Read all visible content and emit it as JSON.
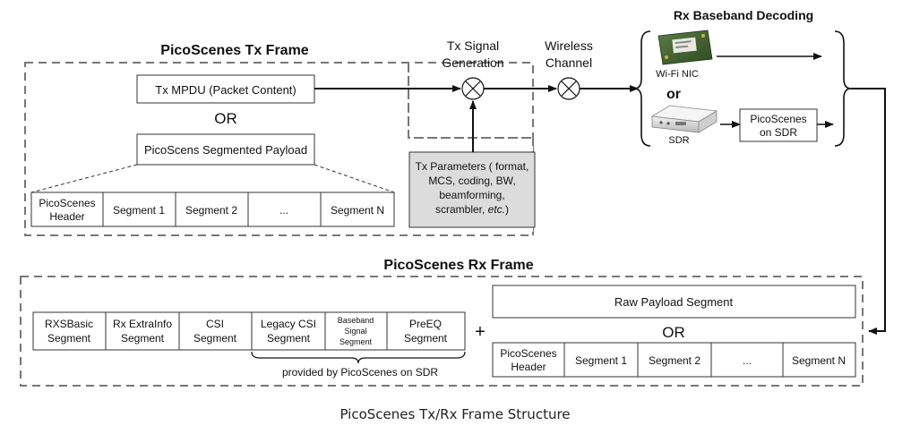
{
  "caption": "PicoScenes Tx/Rx Frame Structure",
  "tx_frame": {
    "title": "PicoScenes Tx Frame",
    "mpdu_box": "Tx MPDU (Packet Content)",
    "or_label": "OR",
    "segmented_payload_box": "PicoScens Segmented Payload",
    "segments": {
      "header_line1": "PicoScenes",
      "header_line2": "Header",
      "seg1": "Segment 1",
      "seg2": "Segment 2",
      "ellipsis": "...",
      "segn": "Segment N"
    }
  },
  "tx_signal": {
    "line1": "Tx Signal",
    "line2": "Generation"
  },
  "wireless": {
    "line1": "Wireless",
    "line2": "Channel"
  },
  "tx_params": {
    "line1": "Tx Parameters ( format,",
    "line2": "MCS, coding, BW,",
    "line3": "beamforming,",
    "line4_prefix": "scrambler, ",
    "line4_italic": "etc.",
    "line4_suffix": ")"
  },
  "rx_baseband": {
    "title": "Rx Baseband Decoding",
    "nic_label": "Wi-Fi NIC",
    "or_label": "or",
    "sdr_label": "SDR",
    "picoscenes_sdr_line1": "PicoScenes",
    "picoscenes_sdr_line2": "on SDR"
  },
  "rx_frame": {
    "title": "PicoScenes Rx Frame",
    "segments": {
      "rxsbasic_line1": "RXSBasic",
      "rxsbasic_line2": "Segment",
      "extrainfo_line1": "Rx ExtraInfo",
      "extrainfo_line2": "Segment",
      "csi_line1": "CSI",
      "csi_line2": "Segment",
      "legacy_line1": "Legacy CSI",
      "legacy_line2": "Segment",
      "baseband_line1": "Baseband",
      "baseband_line2": "Signal",
      "baseband_line3": "Segment",
      "preeq_line1": "PreEQ",
      "preeq_line2": "Segment"
    },
    "brace_label": "provided by PicoScenes on SDR",
    "plus": "+",
    "raw_payload_box": "Raw Payload Segment",
    "or_label": "OR",
    "payload_segments": {
      "header_line1": "PicoScenes",
      "header_line2": "Header",
      "seg1": "Segment 1",
      "seg2": "Segment 2",
      "ellipsis": "...",
      "segn": "Segment N"
    }
  }
}
